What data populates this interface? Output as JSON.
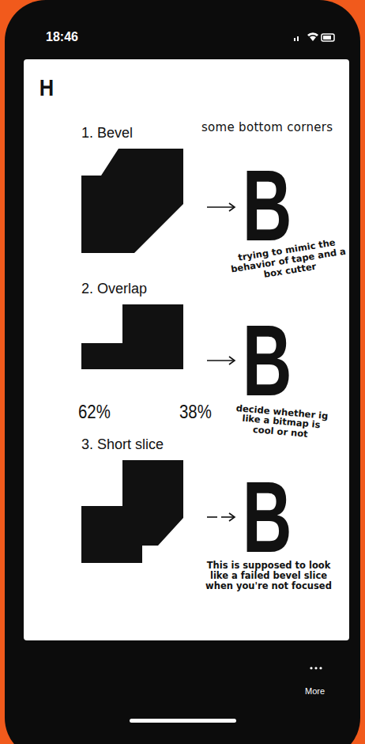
{
  "diagram": {
    "title": "some bottom corners",
    "labels": [
      "18:46",
      "H",
      "1. Bevel",
      "B",
      "trying to mimic the behavior of tape and a box cutter",
      "2. Overlap",
      "B",
      "62%",
      "38%",
      "decide whether ig like a bitmap is cool or not",
      "3. Short slice",
      "B",
      "This is supposed to look like a failed bevel slice when you're not focused",
      "More"
    ]
  }
}
